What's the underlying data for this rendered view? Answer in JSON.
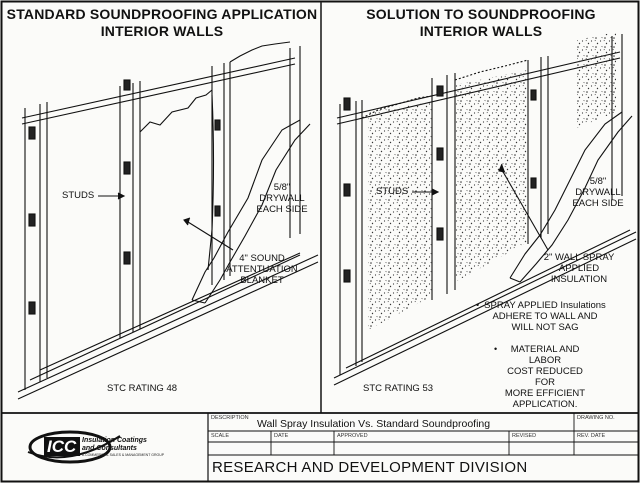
{
  "left_panel": {
    "title_line1": "STANDARD SOUNDPROOFING APPLICATION",
    "title_line2": "INTERIOR WALLS",
    "studs_label": "STUDS",
    "drywall_line1": "5/8\"",
    "drywall_line2": "DRYWALL",
    "drywall_line3": "EACH SIDE",
    "blanket_line1": "4\" SOUND",
    "blanket_line2": "ATTENTUATION",
    "blanket_line3": "BLANKET",
    "stc_rating": "STC RATING 48"
  },
  "right_panel": {
    "title_line1": "SOLUTION TO  SOUNDPROOFING",
    "title_line2": "INTERIOR WALLS",
    "studs_label": "STUDS",
    "drywall_line1": "5/8\"",
    "drywall_line2": "DRYWALL",
    "drywall_line3": "EACH SIDE",
    "spray_line1": "2\" WALL SPRAY",
    "spray_line2": "APPLIED",
    "spray_line3": "INSULATION",
    "bullet1_line1": "SPRAY APPLIED Insulations",
    "bullet1_line2": "ADHERE TO WALL AND",
    "bullet1_line3": "WILL NOT SAG",
    "bullet2_line1": "MATERIAL AND LABOR",
    "bullet2_line2": "COST REDUCED FOR",
    "bullet2_line3": "MORE EFFICIENT",
    "bullet2_line4": "APPLICATION.",
    "stc_rating": "STC RATING 53"
  },
  "title_block": {
    "description_label": "DESCRIPTION",
    "description": "Wall Spray Insulation Vs. Standard Soundproofing",
    "drawing_no_label": "DRAWING NO.",
    "scale_label": "SCALE",
    "date_label": "DATE",
    "approved_label": "APPROVED",
    "revised_label": "REVISED",
    "rev_date_label": "REV. DATE",
    "division": "RESEARCH AND DEVELOPMENT DIVISION",
    "logo_acronym": "ICC",
    "logo_line1": "Insulation Coatings",
    "logo_line2": "and Consultants",
    "logo_tagline": "A COMMERCIAL SALES & MANAGEMENT GROUP"
  }
}
